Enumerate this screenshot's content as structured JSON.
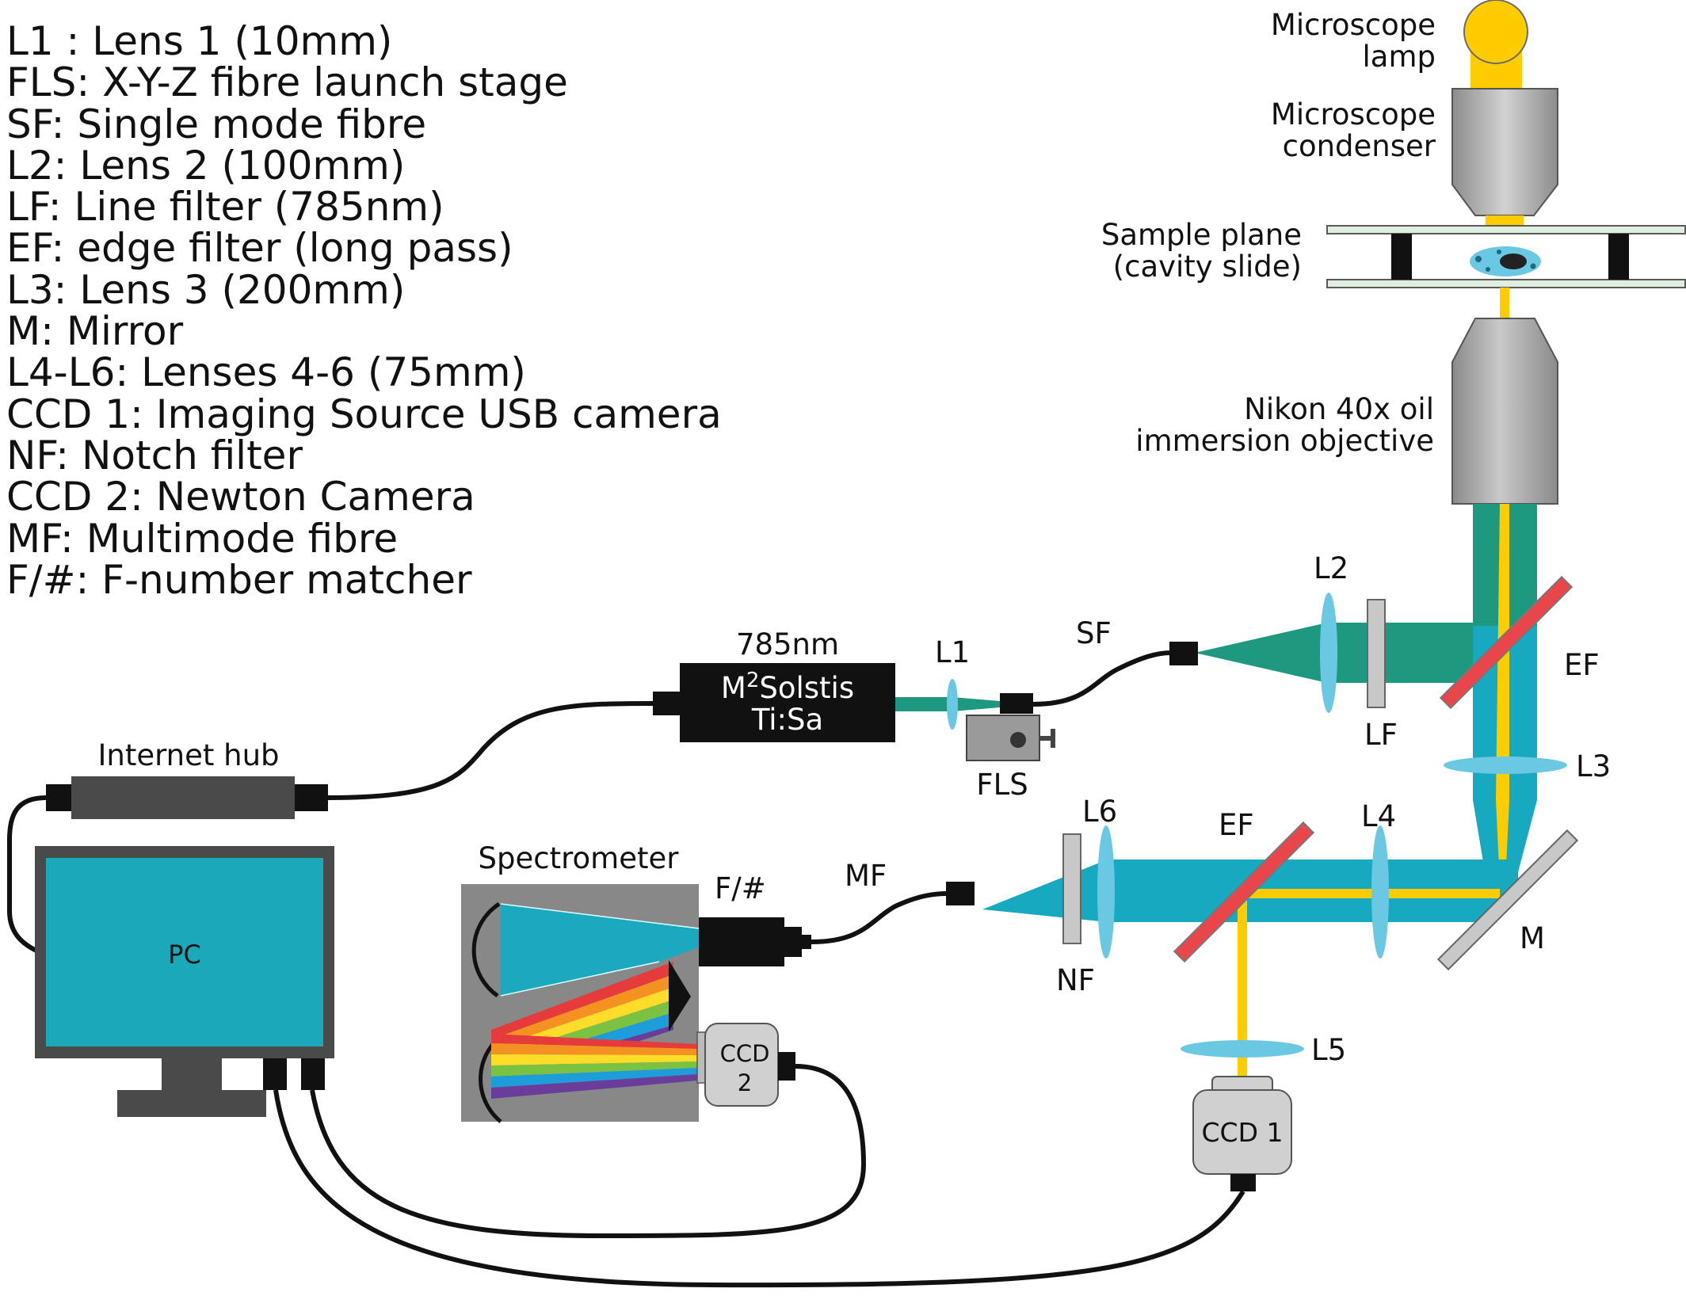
{
  "legend": [
    "L1 : Lens 1 (10mm)",
    "FLS: X-Y-Z fibre launch stage",
    "SF: Single mode fibre",
    "L2: Lens 2 (100mm)",
    "LF: Line filter (785nm)",
    "EF: edge filter (long pass)",
    "L3: Lens 3 (200mm)",
    "M: Mirror",
    "L4-L6: Lenses 4-6 (75mm)",
    "CCD 1: Imaging Source USB camera",
    "NF: Notch filter",
    "CCD 2: Newton Camera",
    "MF: Multimode fibre",
    "F/#: F-number matcher"
  ],
  "labels": {
    "lamp_line1": "Microscope",
    "lamp_line2": "lamp",
    "condenser_line1": "Microscope",
    "condenser_line2": "condenser",
    "sample_line1": "Sample plane",
    "sample_line2": "(cavity slide)",
    "objective_line1": "Nikon 40x oil",
    "objective_line2": "immersion objective",
    "laser_wavelength": "785nm",
    "laser_name_m": "M",
    "laser_name_sup": "2",
    "laser_name_rest": "Solstis",
    "laser_type": "Ti:Sa",
    "l1": "L1",
    "fls": "FLS",
    "sf": "SF",
    "l2": "L2",
    "lf": "LF",
    "ef_upper": "EF",
    "l3": "L3",
    "l4": "L4",
    "l5": "L5",
    "l6": "L6",
    "ef_lower": "EF",
    "m": "M",
    "nf": "NF",
    "mf": "MF",
    "fnum": "F/#",
    "spectrometer": "Spectrometer",
    "ccd2_line1": "CCD",
    "ccd2_line2": "2",
    "ccd1": "CCD 1",
    "internet_hub": "Internet hub",
    "pc": "PC"
  },
  "colors": {
    "laser_green": "#1f9880",
    "raman_teal": "#16a9bf",
    "lamp_yellow": "#ffcc00",
    "lens_blue": "#6ac8e3",
    "edge_filter_red": "#e8464b",
    "monitor_dark": "#4a4a4a",
    "screen_teal": "#1aa9b9"
  }
}
